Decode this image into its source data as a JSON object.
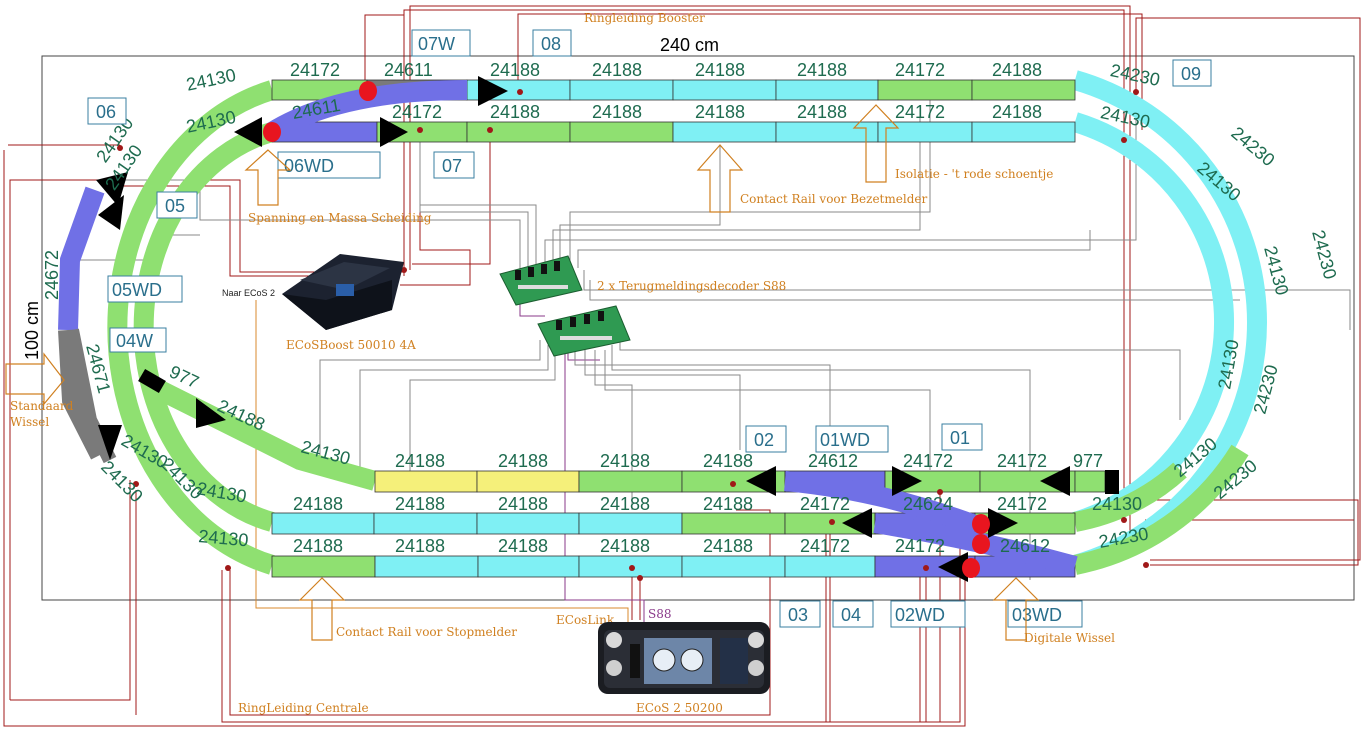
{
  "dimensions": {
    "width_label": "240 cm",
    "height_label": "100 cm"
  },
  "labels": {
    "booster_ring": "Ringleiding Booster",
    "central_ring": "RingLeiding Centrale",
    "isolation": "Isolatie - 't rode schoentje",
    "contact_occupancy": "Contact Rail voor Bezetmelder",
    "contact_stop": "Contact Rail voor Stopmelder",
    "power_separation": "Spanning en Massa Scheiding",
    "feedback_decoder": "2 x Terugmeldingsdecoder S88",
    "booster": "ECoSBoost 50010 4A",
    "to_ecos": "Naar ECoS 2",
    "ecos_central": "ECoS 2 50200",
    "ecoslink": "ECosLink",
    "s88": "S88",
    "standard_switch_1": "Standaard",
    "standard_switch_2": "Wissel",
    "digital_switch": "Digitale Wissel"
  },
  "blocks": {
    "b01": "01",
    "b01wd": "01WD",
    "b02": "02",
    "b02wd": "02WD",
    "b03": "03",
    "b03wd": "03WD",
    "b04": "04",
    "b04w": "04W",
    "b05": "05",
    "b05wd": "05WD",
    "b06": "06",
    "b06wd": "06WD",
    "b07": "07",
    "b07w": "07W",
    "b08": "08",
    "b09": "09"
  },
  "pieces": {
    "p1": "24130",
    "p2": "24172",
    "p3": "24611",
    "p4": "24188",
    "p5": "24188",
    "p6": "24188",
    "p7": "24188",
    "p8": "24172",
    "p9": "24188",
    "p10": "24230",
    "p11": "24130",
    "p12": "24611",
    "p13": "24172",
    "p14": "24188",
    "p15": "24188",
    "p16": "24188",
    "p17": "24188",
    "p18": "24172",
    "p19": "24188",
    "p20": "24130",
    "p21": "24130",
    "p22": "24130",
    "p23": "24672",
    "p24": "24671",
    "p25": "977",
    "p26": "24188",
    "p27": "24130",
    "p28": "24188",
    "p29": "24188",
    "p30": "24188",
    "p31": "24188",
    "p32": "24612",
    "p33": "24172",
    "p34": "24172",
    "p35": "977",
    "p36": "24130",
    "p37": "24130",
    "p38": "24188",
    "p39": "24188",
    "p40": "24188",
    "p41": "24188",
    "p42": "24188",
    "p43": "24172",
    "p44": "24624",
    "p45": "24172",
    "p46": "24130",
    "p47": "24130",
    "p48": "24188",
    "p49": "24188",
    "p50": "24188",
    "p51": "24188",
    "p52": "24188",
    "p53": "24172",
    "p54": "24172",
    "p55": "24612",
    "p56": "24230",
    "p57": "24230",
    "p58": "24130",
    "p59": "24130",
    "p60": "24230",
    "p61": "24230",
    "p62": "24130",
    "p63": "24130",
    "p64": "24230",
    "p65": "24130",
    "p66": "24130"
  },
  "colors": {
    "green": "#8fe071",
    "cyan": "#7ff0f4",
    "yellow": "#f5f07a",
    "blue": "#7070e6",
    "gray": "#7a7a7a",
    "red": "#e8151f",
    "wire_red": "#a01818",
    "wire_orange": "#d88a2e",
    "wire_purple": "#8a3a8a"
  }
}
